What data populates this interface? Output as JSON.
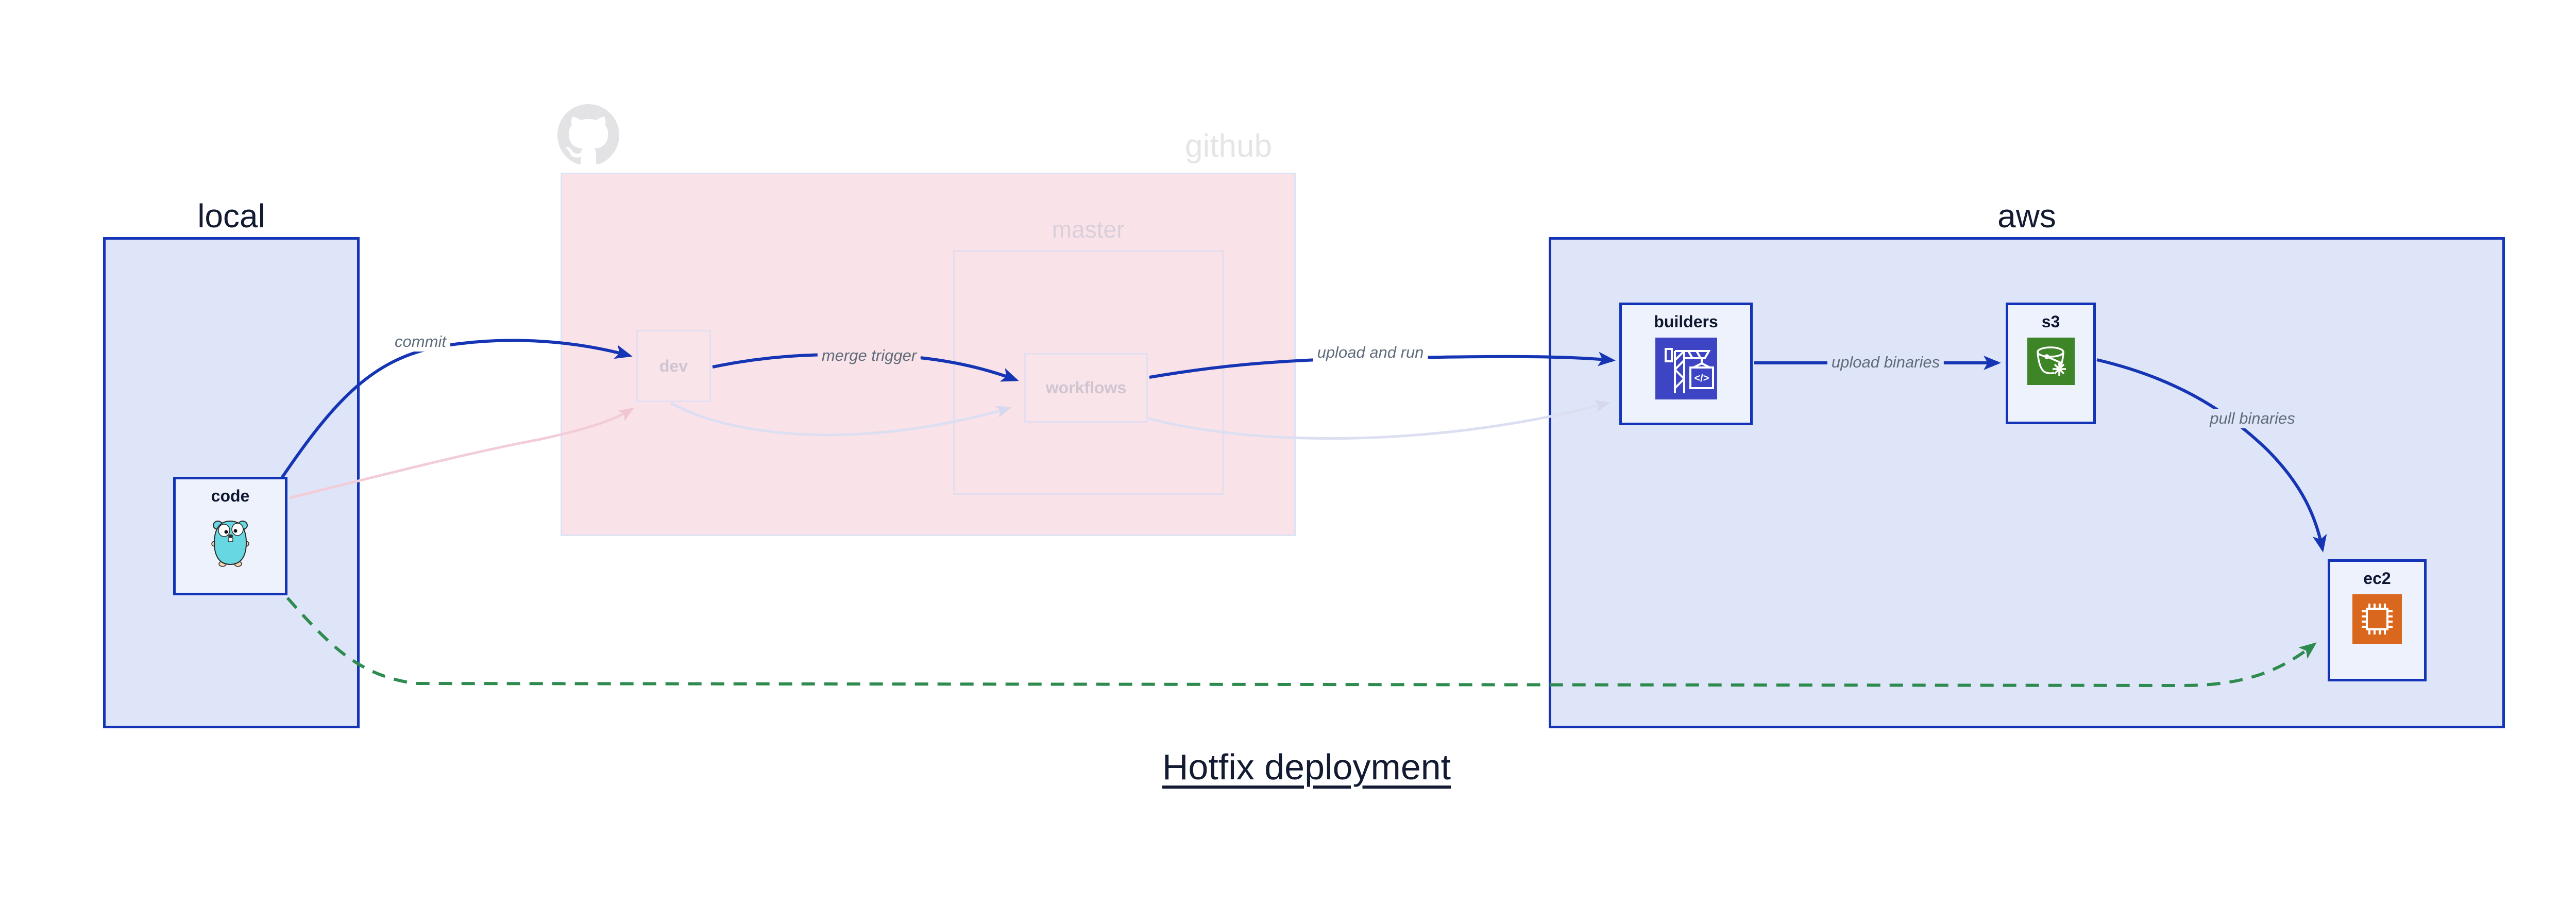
{
  "title": "Hotfix deployment",
  "groups": {
    "local": {
      "label": "local"
    },
    "github": {
      "label": "github",
      "branch": "master"
    },
    "aws": {
      "label": "aws"
    }
  },
  "nodes": {
    "code": {
      "label": "code"
    },
    "dev": {
      "label": "dev"
    },
    "workflows": {
      "label": "workflows"
    },
    "builders": {
      "label": "builders",
      "icon_text": "</>"
    },
    "s3": {
      "label": "s3"
    },
    "ec2": {
      "label": "ec2"
    }
  },
  "edges": {
    "commit": {
      "label": "commit"
    },
    "merge_trigger": {
      "label": "merge trigger"
    },
    "upload_and_run": {
      "label": "upload and run"
    },
    "upload_binaries": {
      "label": "upload binaries"
    },
    "pull_binaries": {
      "label": "pull binaries"
    }
  },
  "colors": {
    "flow_blue": "#1535b5",
    "hotfix_green": "#2e8b4f",
    "group_border_blue": "#1434b8",
    "group_fill": "#dfe5f8",
    "node_fill": "#eef2fc",
    "github_region_fill": "#f9e3e9",
    "faded_pink_edge": "#f2cdd9",
    "faded_lavender_edge": "#dcdef2",
    "codebuild_icon_bg": "#3d45c4",
    "s3_icon_bg": "#3e8527",
    "ec2_icon_bg": "#d9671d",
    "gopher_teal": "#67d7e1",
    "dark_text": "#131b33",
    "edge_label_gray": "#5f6b7a",
    "watermark_gray": "#e5e5e8"
  }
}
